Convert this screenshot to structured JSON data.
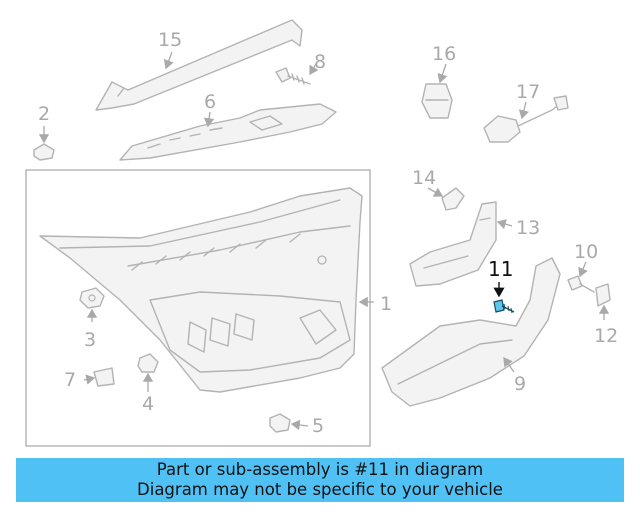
{
  "diagram": {
    "callouts": [
      "1",
      "2",
      "3",
      "4",
      "5",
      "6",
      "7",
      "8",
      "9",
      "10",
      "11",
      "12",
      "13",
      "14",
      "15",
      "16",
      "17"
    ],
    "highlighted": "11",
    "highlight_color": "#5bc7f0"
  },
  "banner": {
    "line1": "Part or sub-assembly is #11 in diagram",
    "line2": "Diagram may not be specific to your vehicle",
    "color": "#4fc1f5"
  }
}
